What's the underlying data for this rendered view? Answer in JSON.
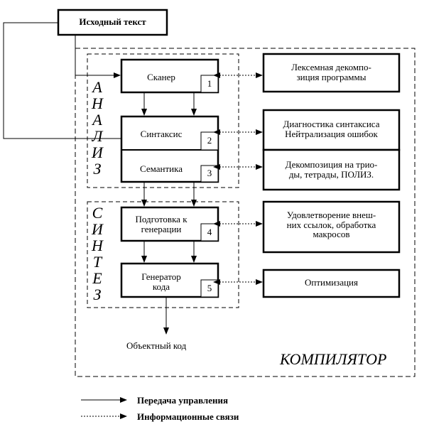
{
  "source": {
    "label": "Исходный текст"
  },
  "compiler": {
    "label": "КОМПИЛЯТОР"
  },
  "analysis": {
    "letters": [
      "А",
      "Н",
      "А",
      "Л",
      "И",
      "З"
    ]
  },
  "synthesis": {
    "letters": [
      "С",
      "И",
      "Н",
      "Т",
      "Е",
      "З"
    ]
  },
  "blocks": [
    {
      "lines": [
        "Сканер"
      ],
      "number": "1"
    },
    {
      "lines": [
        "Синтаксис"
      ],
      "number": "2"
    },
    {
      "lines": [
        "Семантика"
      ],
      "number": "3"
    },
    {
      "lines": [
        "Подготовка к",
        "генерации"
      ],
      "number": "4"
    },
    {
      "lines": [
        "Генератор",
        "кода"
      ],
      "number": "5"
    }
  ],
  "info": [
    {
      "lines": [
        "Лексемная декомпо-",
        "зиция программы"
      ]
    },
    {
      "lines": [
        "Диагностика синтаксиса",
        "Нейтрализация ошибок"
      ]
    },
    {
      "lines": [
        "Декомпозиция на трио-",
        "ды, тетрады, ПОЛИЗ."
      ]
    },
    {
      "lines": [
        "Удовлетворение внеш-",
        "них ссылок, обработка",
        "макросов"
      ]
    },
    {
      "lines": [
        "Оптимизация"
      ]
    }
  ],
  "output": {
    "label": "Объектный код"
  },
  "legend": {
    "control": "Передача управления",
    "info": "Информационные связи"
  }
}
